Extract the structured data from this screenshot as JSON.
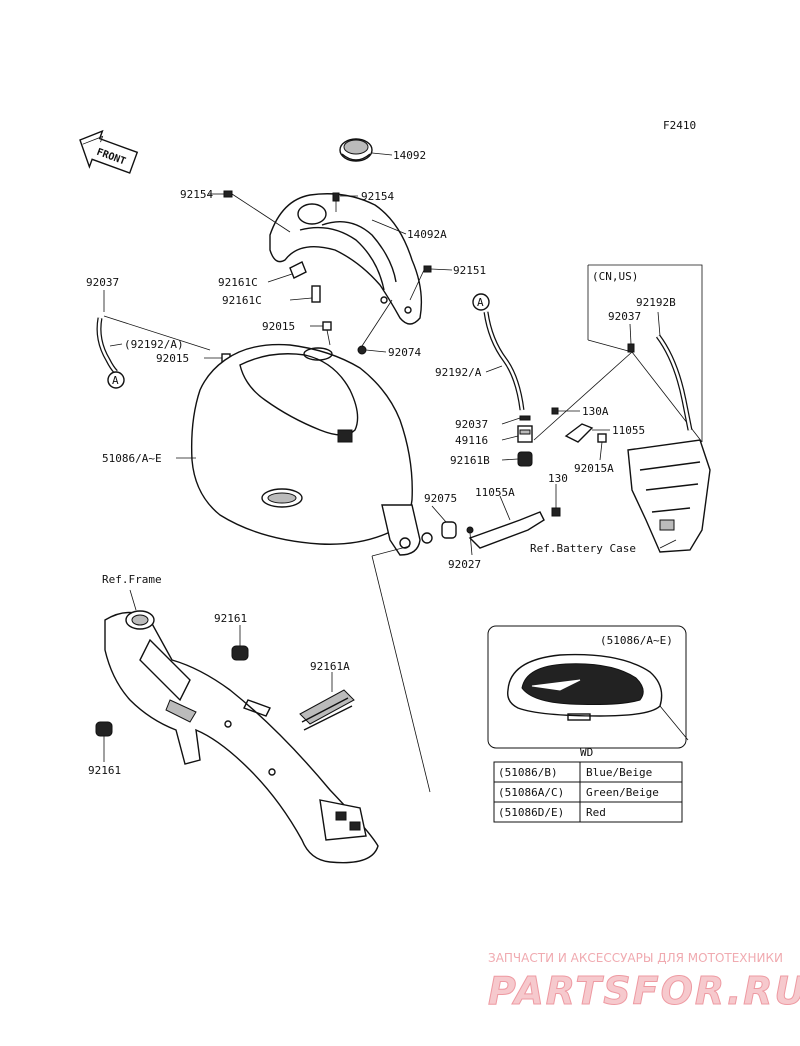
{
  "figure_code": "F2410",
  "front_label": "FRONT",
  "labels": {
    "l14092": "14092",
    "l92154a": "92154",
    "l92154b": "92154",
    "l14092A": "14092A",
    "l92151": "92151",
    "l92037a": "92037",
    "l92161Ca": "92161C",
    "l92161Cb": "92161C",
    "l92015a": "92015",
    "l92192Apar": "(92192/A)",
    "l92015b": "92015",
    "l92074": "92074",
    "l51086": "51086/A~E",
    "l92192A": "92192/A",
    "l92037b": "92037",
    "l49116": "49116",
    "l92161B": "92161B",
    "l130A": "130A",
    "l11055": "11055",
    "l92015A": "92015A",
    "l92075": "92075",
    "l11055A": "11055A",
    "l130": "130",
    "l92027": "92027",
    "l_battery": "Ref.Battery Case",
    "l_frame": "Ref.Frame",
    "l92161a": "92161",
    "l92161A": "92161A",
    "l92161b": "92161",
    "l_cnus": "(CN,US)",
    "l92192B": "92192B",
    "l92037c": "92037",
    "l_inset": "(51086/A~E)",
    "conn_a1": "A",
    "conn_a2": "A"
  },
  "wd_table": {
    "title": "WD",
    "rows": [
      {
        "code": "(51086/B)",
        "color": "Blue/Beige"
      },
      {
        "code": "(51086A/C)",
        "color": "Green/Beige"
      },
      {
        "code": "(51086D/E)",
        "color": "Red"
      }
    ]
  },
  "watermark": {
    "small": "ЗАПЧАСТИ И АКСЕССУАРЫ ДЛЯ МОТОТЕХНИКИ",
    "big": "PARTSFOR.RU"
  }
}
